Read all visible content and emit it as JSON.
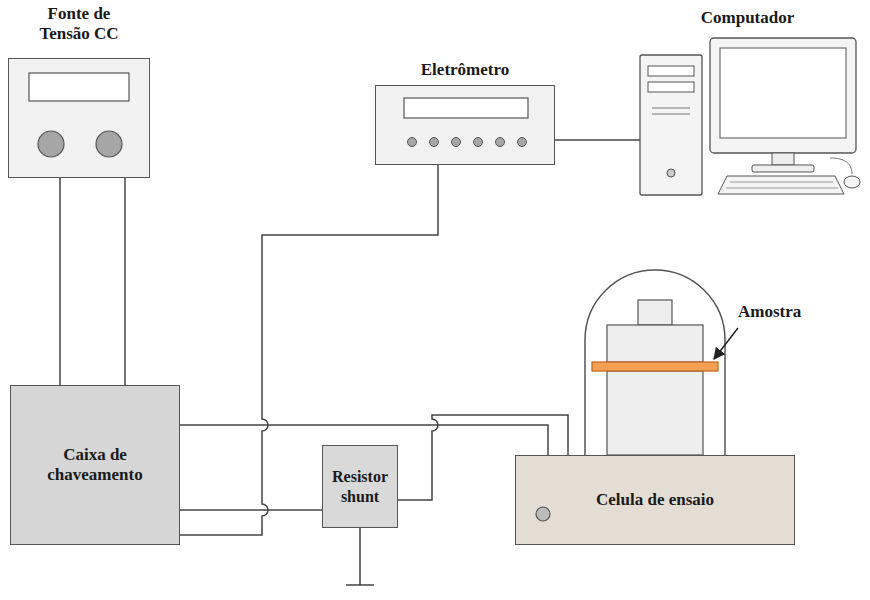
{
  "diagram": {
    "nodes": [
      {
        "text": [
          "Fonte de Tensão CC"
        ]
      },
      {
        "text": [
          "Eletrômetro"
        ]
      },
      {
        "text": [
          "Computador"
        ]
      },
      {
        "text": [
          "Caixa de chaveamento"
        ]
      },
      {
        "text": [
          "Resistor shunt"
        ]
      },
      {
        "text": [
          "Celula de ensaio"
        ]
      }
    ],
    "edges": [
      {
        "from": 0,
        "to": 3,
        "arrow": "none"
      },
      {
        "from": 0,
        "to": 3,
        "arrow": "none"
      },
      {
        "from": 1,
        "to": 2,
        "arrow": "none"
      },
      {
        "from": 1,
        "to": 3,
        "arrow": "none"
      },
      {
        "from": 3,
        "to": 5,
        "arrow": "none"
      },
      {
        "from": 3,
        "to": 4,
        "arrow": "none"
      },
      {
        "from": 4,
        "to": 5,
        "arrow": "none"
      }
    ],
    "labels": [
      "Amostra"
    ]
  }
}
